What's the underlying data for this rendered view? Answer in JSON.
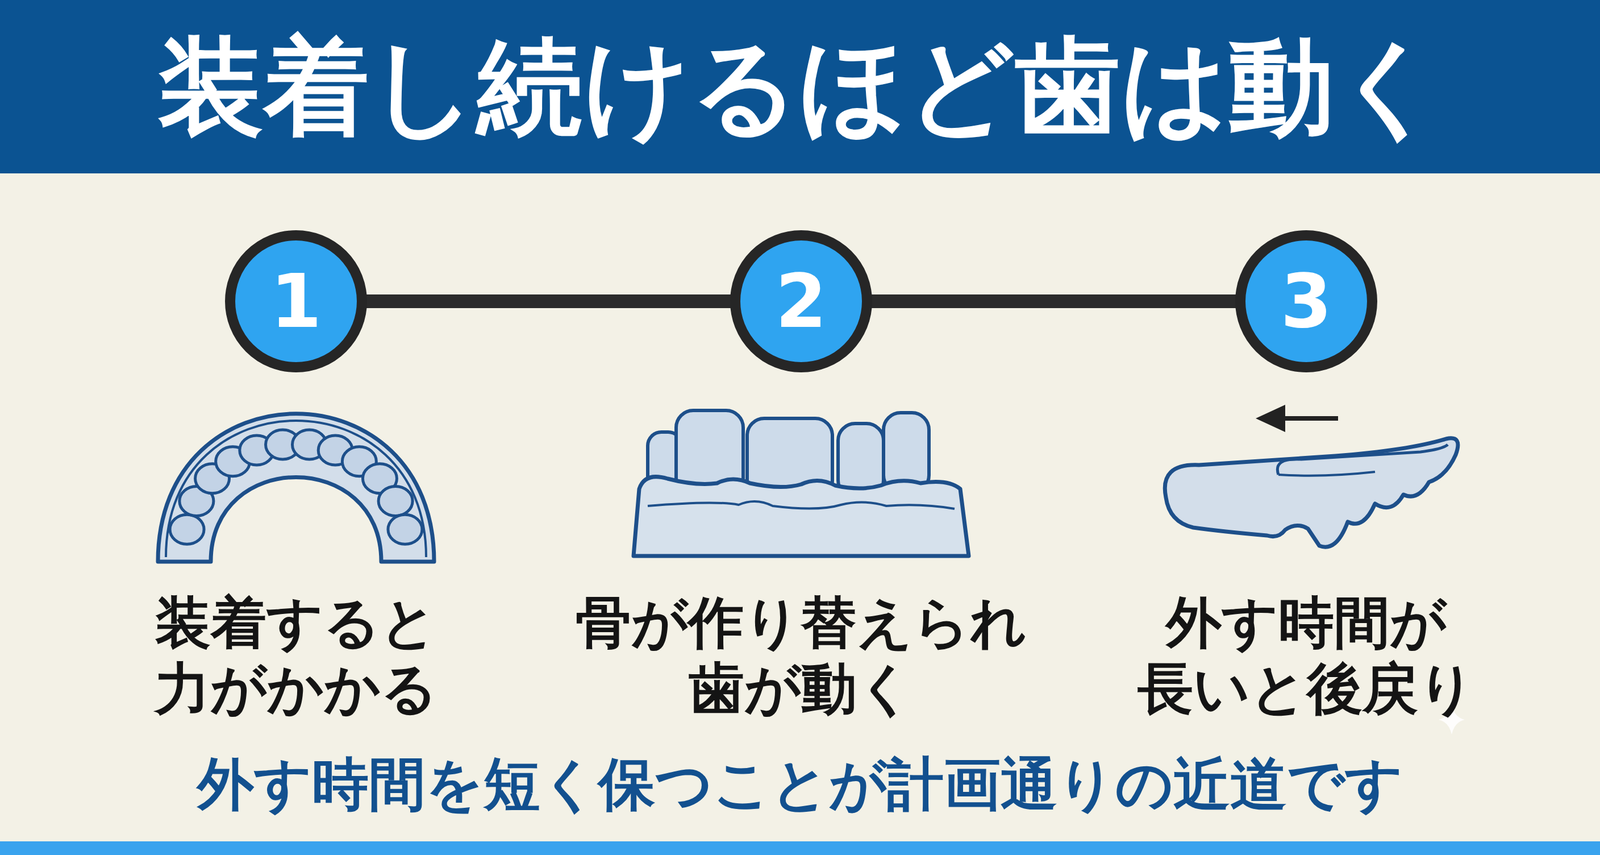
{
  "diagram": {
    "title": "装着し続けるほど歯は動く",
    "caption": "外す時間を短く保つことが計画通りの近道です",
    "nodes": [
      {
        "text": [
          "1"
        ]
      },
      {
        "text": [
          "2"
        ]
      },
      {
        "text": [
          "3"
        ]
      }
    ],
    "edges": [
      {
        "from": 0,
        "to": 1,
        "arrow": "none"
      },
      {
        "from": 1,
        "to": 2,
        "arrow": "none"
      }
    ],
    "labels": [
      "装着すると 力がかかる",
      "骨が作り替えられ 歯が動く",
      "外す時間が 長いと後戻り"
    ]
  }
}
